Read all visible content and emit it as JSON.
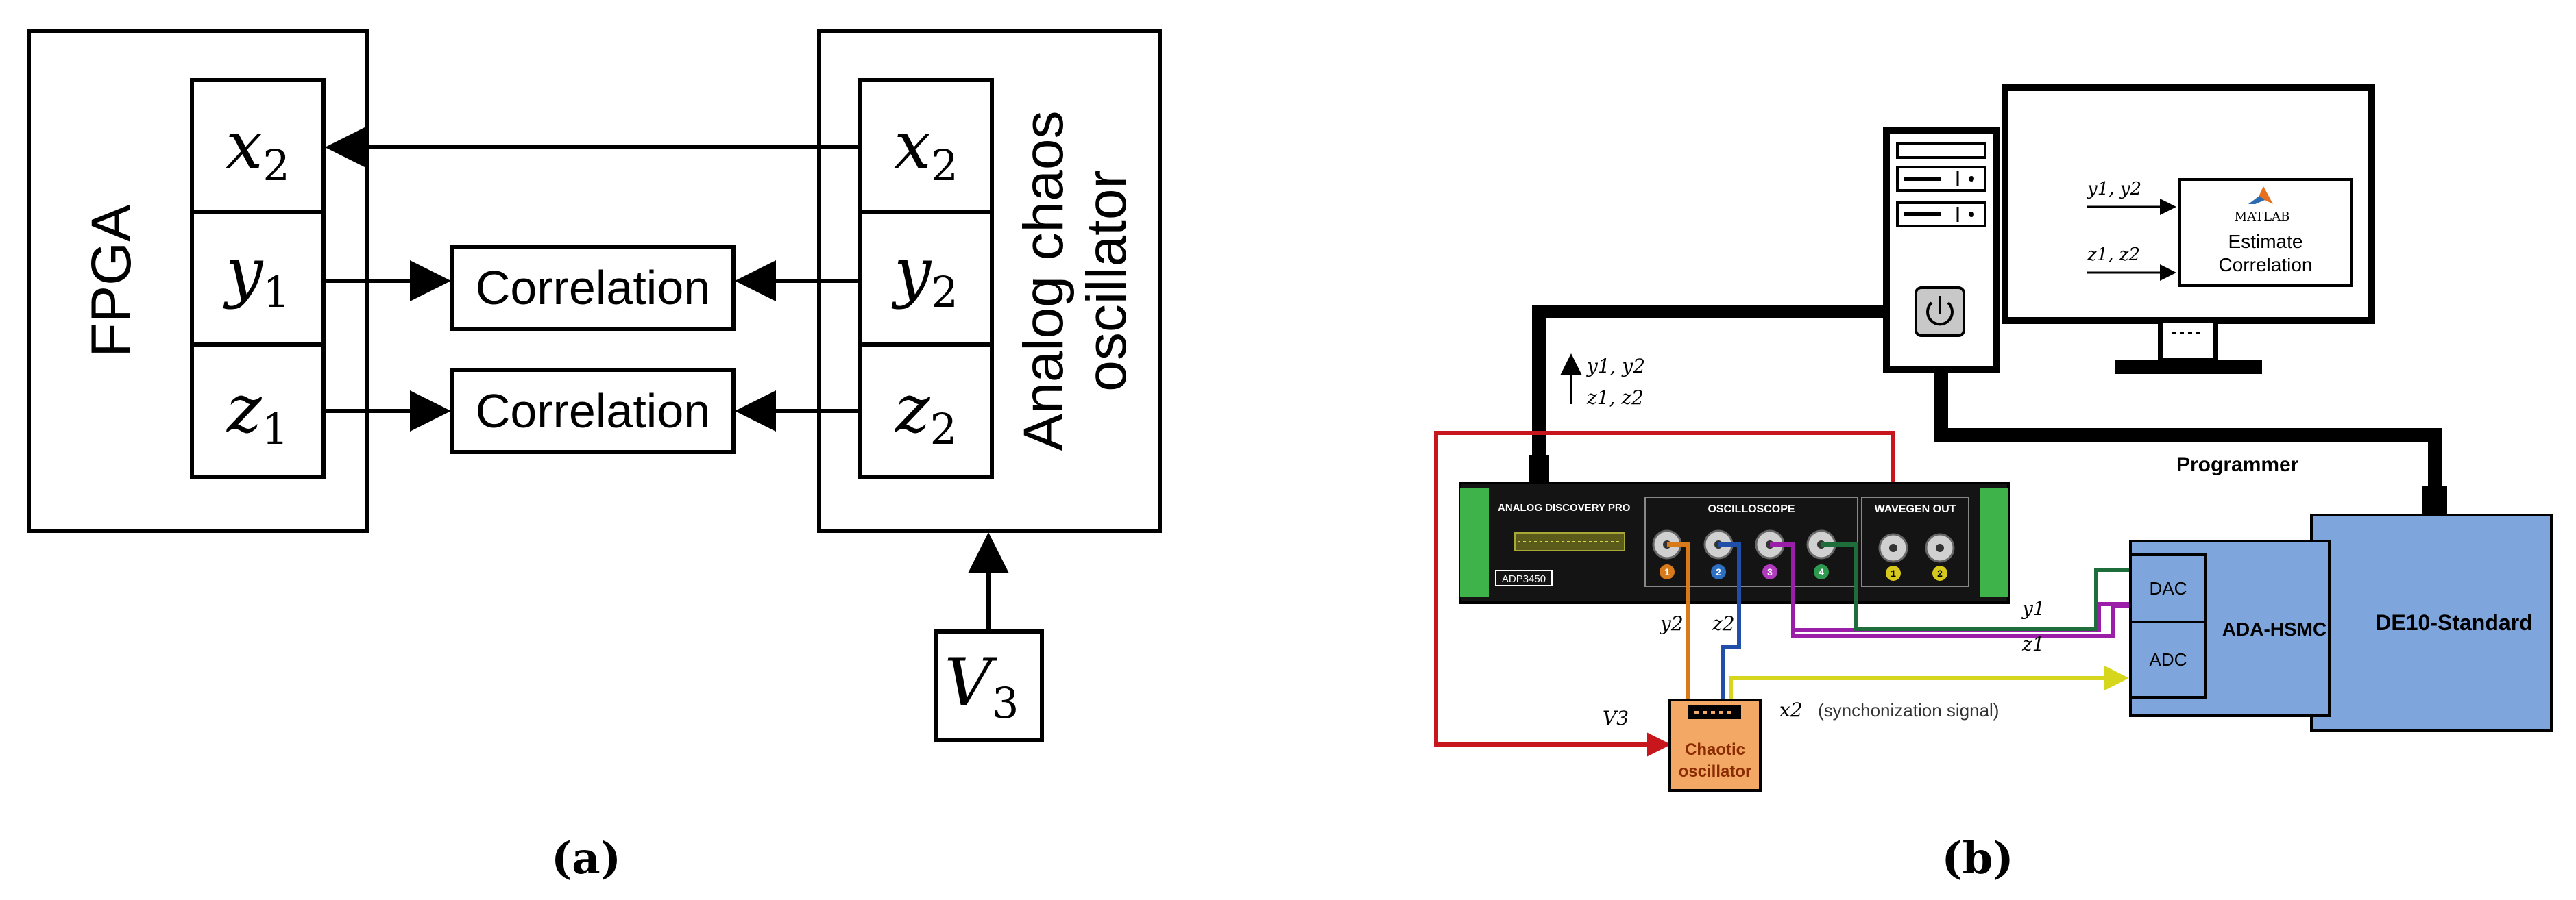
{
  "panel_a": {
    "caption": "(a)",
    "fpga_label": "FPGA",
    "osc_label_line1": "Analog chaos",
    "osc_label_line2": "oscillator",
    "fpga_signals": [
      {
        "base": "x",
        "sub": "2"
      },
      {
        "base": "y",
        "sub": "1"
      },
      {
        "base": "z",
        "sub": "1"
      }
    ],
    "osc_signals": [
      {
        "base": "x",
        "sub": "2"
      },
      {
        "base": "y",
        "sub": "2"
      },
      {
        "base": "z",
        "sub": "2"
      }
    ],
    "correlation_labels": [
      "Correlation",
      "Correlation"
    ],
    "v3": {
      "base": "V",
      "sub": "3"
    }
  },
  "panel_b": {
    "caption": "(b)",
    "monitor": {
      "matlab_logo_text": "MATLAB",
      "box_line1": "Estimate",
      "box_line2": "Correlation",
      "input1": "y1, y2",
      "input2": "z1, z2"
    },
    "cable_arrow_label1": "y1, y2",
    "cable_arrow_label2": "z1, z2",
    "programmer_label": "Programmer",
    "adp": {
      "brand": "ANALOG DISCOVERY PRO",
      "model": "ADP3450",
      "oscilloscope_label": "OSCILLOSCOPE",
      "wavegen_label": "WAVEGEN OUT",
      "scope_channels": [
        "1",
        "2",
        "3",
        "4"
      ],
      "wavegen_channels": [
        "1",
        "2"
      ]
    },
    "chaotic_osc_line1": "Chaotic",
    "chaotic_osc_line2": "oscillator",
    "v3_label": "V3",
    "y2_label": "y2",
    "z2_label": "z2",
    "y1_label": "y1",
    "z1_label": "z1",
    "x2_label": "x2",
    "sync_label": "(synchonization signal)",
    "ada_hsmc": "ADA-HSMC",
    "dac": "DAC",
    "adc": "ADC",
    "de10": "DE10-Standard",
    "colors": {
      "red": "#c8161d",
      "orange": "#d97a1a",
      "blue": "#1f4fa8",
      "purple": "#9b1ea8",
      "green": "#1e6e3c",
      "yellow": "#d6d61c",
      "board_blue": "#7ea6dc",
      "osc_orange": "#f4a866",
      "adp_green": "#3db34a"
    }
  }
}
